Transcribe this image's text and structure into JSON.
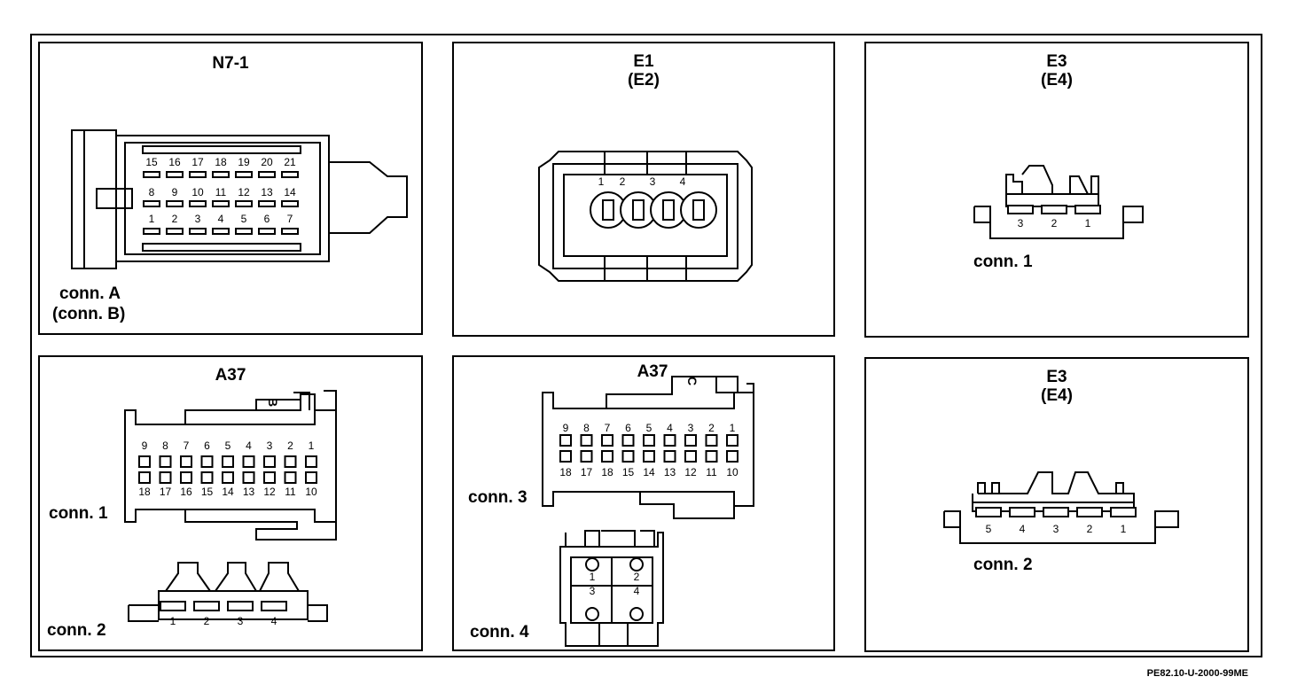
{
  "panels": {
    "n7_1": {
      "title": "N7-1",
      "label_a": "conn. A",
      "label_b": "(conn. B)",
      "pins_top": [
        "15",
        "16",
        "17",
        "18",
        "19",
        "20",
        "21"
      ],
      "pins_mid": [
        "8",
        "9",
        "10",
        "11",
        "12",
        "13",
        "14"
      ],
      "pins_bot": [
        "1",
        "2",
        "3",
        "4",
        "5",
        "6",
        "7"
      ]
    },
    "e1": {
      "title": "E1",
      "subtitle": "(E2)",
      "pins": [
        "1",
        "2",
        "3",
        "4"
      ]
    },
    "e3_conn1": {
      "title": "E3",
      "subtitle": "(E4)",
      "label": "conn. 1",
      "pins": [
        "3",
        "2",
        "1"
      ]
    },
    "a37_left": {
      "title": "A37",
      "tab": "B",
      "conn1_label": "conn. 1",
      "conn2_label": "conn. 2",
      "row_top": [
        "9",
        "8",
        "7",
        "6",
        "5",
        "4",
        "3",
        "2",
        "1"
      ],
      "row_bot": [
        "18",
        "17",
        "16",
        "15",
        "14",
        "13",
        "12",
        "11",
        "10"
      ],
      "conn2_pins": [
        "1",
        "2",
        "3",
        "4"
      ]
    },
    "a37_mid": {
      "title": "A37",
      "tab": "C",
      "conn3_label": "conn. 3",
      "conn4_label": "conn. 4",
      "row_top": [
        "9",
        "8",
        "7",
        "6",
        "5",
        "4",
        "3",
        "2",
        "1"
      ],
      "row_bot": [
        "18",
        "17",
        "18",
        "15",
        "14",
        "13",
        "12",
        "11",
        "10"
      ],
      "conn4_pins": [
        "1",
        "2",
        "3",
        "4"
      ]
    },
    "e3_conn2": {
      "title": "E3",
      "subtitle": "(E4)",
      "label": "conn. 2",
      "pins": [
        "5",
        "4",
        "3",
        "2",
        "1"
      ]
    }
  },
  "footer": "PE82.10-U-2000-99ME"
}
